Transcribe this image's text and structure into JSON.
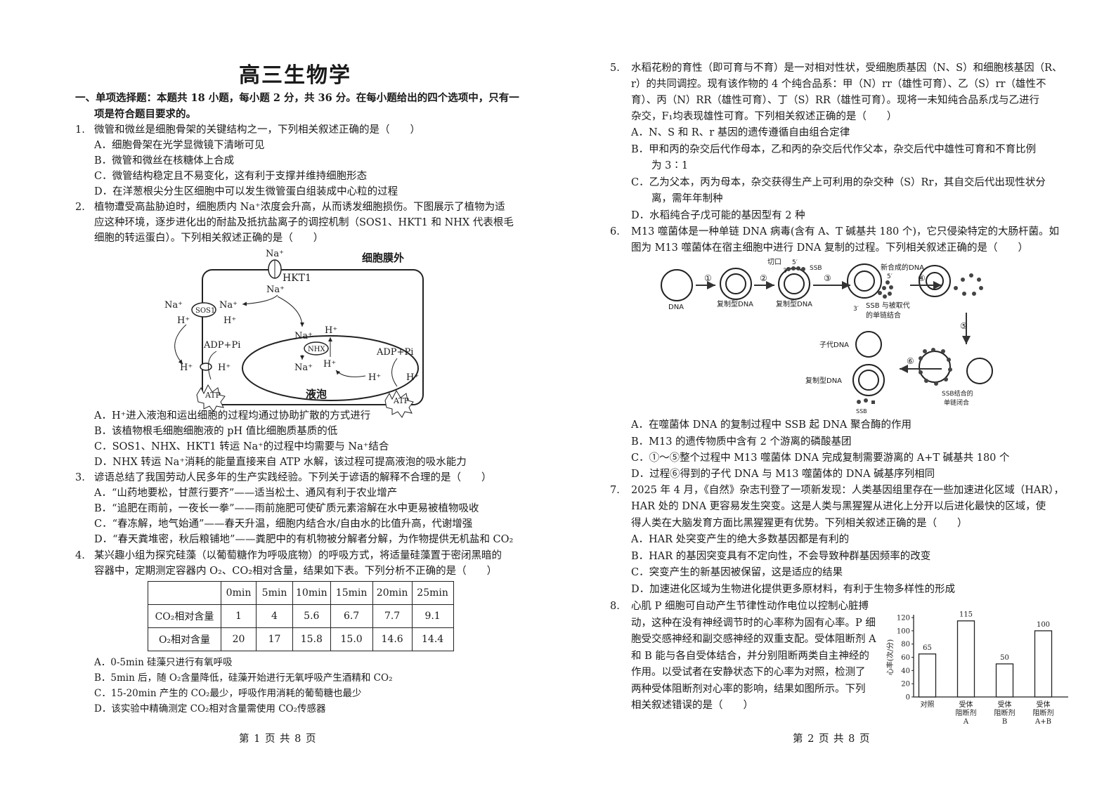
{
  "page1": {
    "title": "高三生物学",
    "section_header": [
      "一、单项选择题：本题共 18 小题，每小题 2 分，共 36 分。在每小题给出的四个选项中，只有一",
      "项是符合题目要求的。"
    ],
    "q1": {
      "num": "1.",
      "stem": [
        "微管和微丝是细胞骨架的关键结构之一，下列相关叙述正确的是（　　）"
      ],
      "options": [
        "A．细胞骨架在光学显微镜下清晰可见",
        "B．微管和微丝在核糖体上合成",
        "C．微管结构稳定且不易变化，这有利于支撑并维持细胞形态",
        "D．在洋葱根尖分生区细胞中可以发生微管蛋白组装成中心粒的过程"
      ]
    },
    "q2": {
      "num": "2.",
      "stem": [
        "植物遭受高盐胁迫时，细胞质内 Na⁺浓度会升高，从而诱发细胞损伤。下图展示了植物为适",
        "应这种环境，逐步进化出的耐盐及抵抗盐离子的调控机制（SOS1、HKT1 和 NHX 代表根毛",
        "细胞的转运蛋白）。下列相关叙述正确的是（　　）"
      ],
      "figure": {
        "outside_label": "细胞膜外",
        "vacuole_label": "液泡",
        "hkt1": "HKT1",
        "sos1": "SOS1",
        "nhx": "NHX",
        "na": "Na⁺",
        "h": "H⁺",
        "adp": "ADP+Pi",
        "atp": "ATP"
      },
      "options": [
        "A．H⁺进入液泡和运出细胞的过程均通过协助扩散的方式进行",
        "B．该植物根毛细胞细胞液的 pH 值比细胞质基质的低",
        "C．SOS1、NHX、HKT1 转运 Na⁺的过程中均需要与 Na⁺结合",
        "D．NHX 转运 Na⁺消耗的能量直接来自 ATP 水解，该过程可提高液泡的吸水能力"
      ]
    },
    "q3": {
      "num": "3.",
      "stem": [
        "谚语总结了我国劳动人民多年的生产实践经验。下列关于谚语的解释不合理的是（　　）"
      ],
      "options": [
        "A．“山药地要松，甘蔗行要齐”——适当松土、通风有利于农业增产",
        "B．“追肥在雨前，一夜长一拳”——雨前施肥可使矿质元素溶解在水中更易被植物吸收",
        "C．“春冻解，地气始通”——春天升温，细胞内结合水/自由水的比值升高，代谢增强",
        "D．“春天粪堆密，秋后粮铺地”——粪肥中的有机物被分解者分解，为作物提供无机盐和 CO₂"
      ]
    },
    "q4": {
      "num": "4.",
      "stem": [
        "某兴趣小组为探究硅藻（以葡萄糖作为呼吸底物）的呼吸方式，将适量硅藻置于密闭黑暗的",
        "容器中，定期测定容器内 O₂、CO₂相对含量，结果如下表。下列分析不正确的是（　　）"
      ],
      "table": {
        "headers": [
          "",
          "0min",
          "5min",
          "10min",
          "15min",
          "20min",
          "25min"
        ],
        "rows": [
          [
            "CO₂相对含量",
            "1",
            "4",
            "5.6",
            "6.7",
            "7.7",
            "9.1"
          ],
          [
            "O₂相对含量",
            "20",
            "17",
            "15.8",
            "15.0",
            "14.6",
            "14.4"
          ]
        ]
      },
      "options": [
        "A．0-5min 硅藻只进行有氧呼吸",
        "B．5min 后，随 O₂含量降低，硅藻开始进行无氧呼吸产生酒精和 CO₂",
        "C．15-20min 产生的 CO₂最少，呼吸作用消耗的葡萄糖也最少",
        "D．该实验中精确测定 CO₂相对含量需使用 CO₂传感器"
      ]
    },
    "footer": "第 1 页 共 8 页"
  },
  "page2": {
    "q5": {
      "num": "5.",
      "stem": [
        "水稻花粉的育性（即可育与不育）是一对相对性状，受细胞质基因（N、S）和细胞核基因（R、",
        "r）的共同调控。现有该作物的 4 个纯合品系：甲（N）rr（雄性可育）、乙（S）rr（雄性不",
        "育）、丙（N）RR（雄性可育）、丁（S）RR（雄性可育）。现将一未知纯合品系戊与乙进行",
        "杂交，F₁均表现雄性可育。下列相关叙述正确的是（　　）"
      ],
      "options": [
        "A．N、S 和 R、r 基因的遗传遵循自由组合定律",
        "B．甲和丙的杂交后代作母本，乙和丙的杂交后代作父本，杂交后代中雄性可育和不育比例",
        "　　为 3∶1",
        "C．乙为父本，丙为母本，杂交获得生产上可利用的杂交种（S）Rr，其自交后代出现性状分",
        "　　离，需年年制种",
        "D．水稻纯合子戊可能的基因型有 2 种"
      ]
    },
    "q6": {
      "num": "6.",
      "stem": [
        "M13 噬菌体是一种单链 DNA 病毒(含有 A、T 碱基共 180 个)，它只侵染特定的大肠杆菌。如",
        "图为 M13 噬菌体在宿主细胞中进行 DNA 复制的过程。下列相关叙述正确的是（　　）"
      ],
      "figure": {
        "dna": "DNA",
        "rf_dna": "复制型DNA",
        "nick": "切口",
        "ssb": "SSB",
        "new_dna": "新合成的DNA",
        "ssb_bind_1": "SSB 与被取代",
        "ssb_bind_2": "的单链结合",
        "progeny": "子代DNA",
        "ssb_closed_1": "SSB结合的",
        "ssb_closed_2": "单链闭合",
        "p3": "3′",
        "p5": "5′",
        "steps": [
          "①",
          "②",
          "③",
          "④",
          "⑤",
          "⑥"
        ]
      },
      "options": [
        "A．在噬菌体 DNA 的复制过程中 SSB 起 DNA 聚合酶的作用",
        "B．M13 的遗传物质中含有 2 个游离的磷酸基团",
        "C．①～⑤整个过程中 M13 噬菌体 DNA 完成复制需要游离的 A+T 碱基共 180 个",
        "D．过程⑥得到的子代 DNA 与 M13 噬菌体的 DNA 碱基序列相同"
      ]
    },
    "q7": {
      "num": "7.",
      "stem": [
        "2025 年 4 月，《自然》杂志刊登了一项新发现：人类基因组里存在一些加速进化区域（HAR），",
        "HAR 处的 DNA 更容易发生突变。这是人类与黑猩猩从进化上分开以后进化最快的区域，使",
        "得人类在大脑发育方面比黑猩猩更有优势。下列相关叙述正确的是（　　）"
      ],
      "options": [
        "A．HAR 处突变产生的绝大多数基因都是有利的",
        "B．HAR 的基因突变具有不定向性，不会导致种群基因频率的改变",
        "C．突变产生的新基因被保留，这是适应的结果",
        "D．加速进化区域为生物进化提供更多原材料，有利于生物多样性的形成"
      ]
    },
    "q8": {
      "num": "8.",
      "stem": [
        "心肌 P 细胞可自动产生节律性动作电位以控制心脏搏",
        "动，这种在没有神经调节时的心率称为固有心率。P 细",
        "胞受交感神经和副交感神经的双重支配。受体阻断剂 A",
        "和 B 能与各自受体结合，并分别阻断两类自主神经的",
        "作用。以受试者在安静状态下的心率为对照，检测了",
        "两种受体阻断剂对心率的影响，结果如图所示。下列",
        "相关叙述错误的是（　　）"
      ]
    },
    "footer": "第 2 页 共 8 页"
  },
  "chart_data": {
    "type": "bar",
    "title": "",
    "categories": [
      "对照",
      "受体阻断剂A",
      "受体阻断剂B",
      "受体阻断剂A+B"
    ],
    "category_lines": [
      [
        "对照"
      ],
      [
        "受体",
        "阻断剂",
        "A"
      ],
      [
        "受体",
        "阻断剂",
        "B"
      ],
      [
        "受体",
        "阻断剂",
        "A+B"
      ]
    ],
    "values": [
      65,
      115,
      50,
      100
    ],
    "xlabel": "",
    "ylabel": "心率(次/分)",
    "ylim": [
      0,
      120
    ],
    "yticks": [
      0,
      20,
      40,
      60,
      80,
      100,
      120
    ],
    "grid": false
  }
}
